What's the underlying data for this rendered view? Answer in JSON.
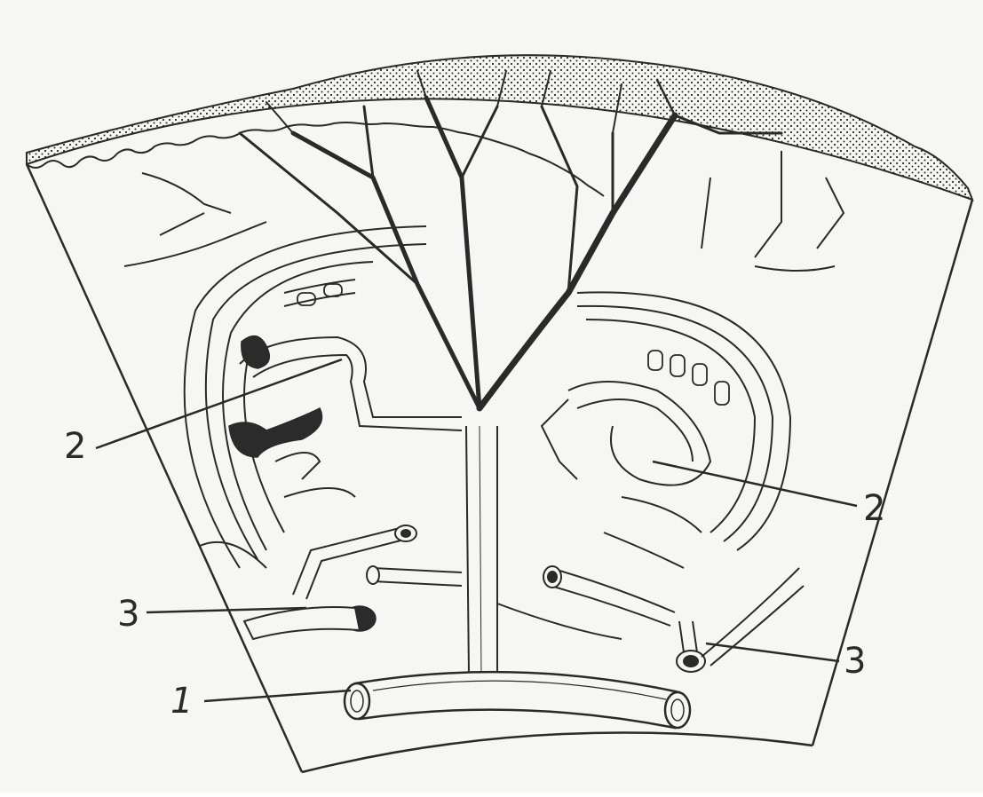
{
  "labels": {
    "label_1": "1",
    "label_2_left": "2",
    "label_2_right": "2",
    "label_3_left": "3",
    "label_3_right": "3"
  },
  "colors": {
    "paper": "#f6f6f4",
    "ink": "#2a2a2a",
    "dark_fill": "#2b2b2b"
  }
}
